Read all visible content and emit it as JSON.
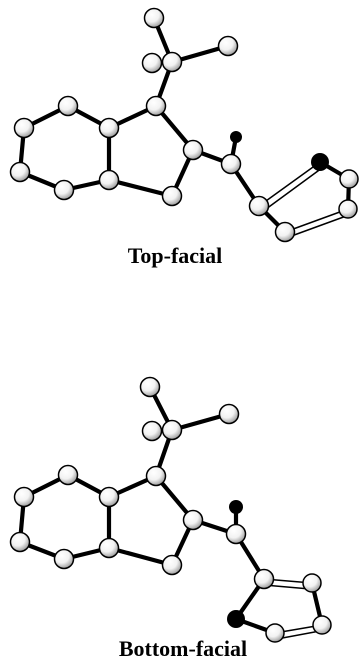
{
  "panels": [
    {
      "id": "top",
      "label": "Top-facial"
    },
    {
      "id": "bottom",
      "label": "Bottom-facial"
    }
  ],
  "colors": {
    "bond": "#000000",
    "atom_stroke": "#000000",
    "carbon_light": "#ffffff",
    "carbon_shade": "#9a9a9a",
    "hetero_atom": "#000000",
    "background": "#ffffff",
    "label": "#000000"
  },
  "icons": {
    "carbon_atom": "white-shaded-sphere",
    "hetero_atom": "black-sphere"
  }
}
